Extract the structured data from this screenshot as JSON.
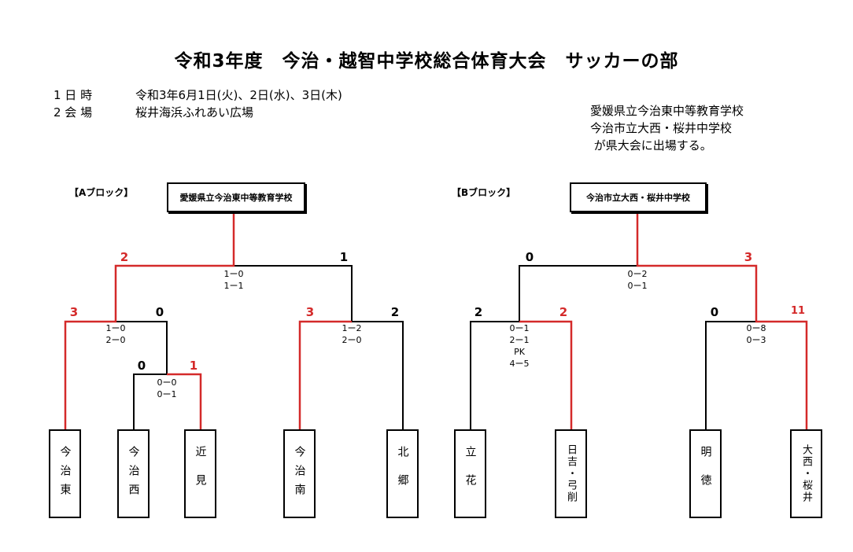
{
  "title": "令和3年度　今治・越智中学校総合体育大会　サッカーの部",
  "info": [
    {
      "label": "1 日 時",
      "value": "令和3年6月1日(火)、2日(水)、3日(木)"
    },
    {
      "label": "2 会 場",
      "value": "桜井海浜ふれあい広場"
    }
  ],
  "note": [
    "愛媛県立今治東中等教育学校",
    "今治市立大西・桜井中学校",
    " が県大会に出場する。"
  ],
  "colors": {
    "winner_line": "#d42a2a",
    "line": "#000000"
  },
  "block_a": {
    "label": "【Aブロック】",
    "winner": "愛媛県立今治東中等教育学校",
    "teams": [
      "今治東",
      "今治西",
      "近見",
      "今治南",
      "北郷"
    ],
    "matches": {
      "final": {
        "left_score": "2",
        "right_score": "1",
        "results": [
          "1ー0",
          "1ー1"
        ]
      },
      "semi_left": {
        "left_score": "3",
        "right_score": "0",
        "results": [
          "1ー0",
          "2ー0"
        ]
      },
      "semi_right": {
        "left_score": "3",
        "right_score": "2",
        "results": [
          "1ー2",
          "2ー0"
        ]
      },
      "first_round": {
        "left_score": "0",
        "right_score": "1",
        "results": [
          "0ー0",
          "0ー1"
        ]
      }
    }
  },
  "block_b": {
    "label": "【Bブロック】",
    "winner": "今治市立大西・桜井中学校",
    "teams": [
      "立花",
      "日吉・弓削",
      "明徳",
      "大西・桜井"
    ],
    "matches": {
      "final": {
        "left_score": "0",
        "right_score": "3",
        "results": [
          "0ー2",
          "0ー1"
        ]
      },
      "semi_left": {
        "left_score": "2",
        "right_score": "2",
        "results": [
          "0ー1",
          "2ー1",
          "PK",
          "4ー5"
        ]
      },
      "semi_right": {
        "left_score": "0",
        "right_score": "11",
        "results": [
          "0ー8",
          "0ー3"
        ]
      }
    }
  }
}
